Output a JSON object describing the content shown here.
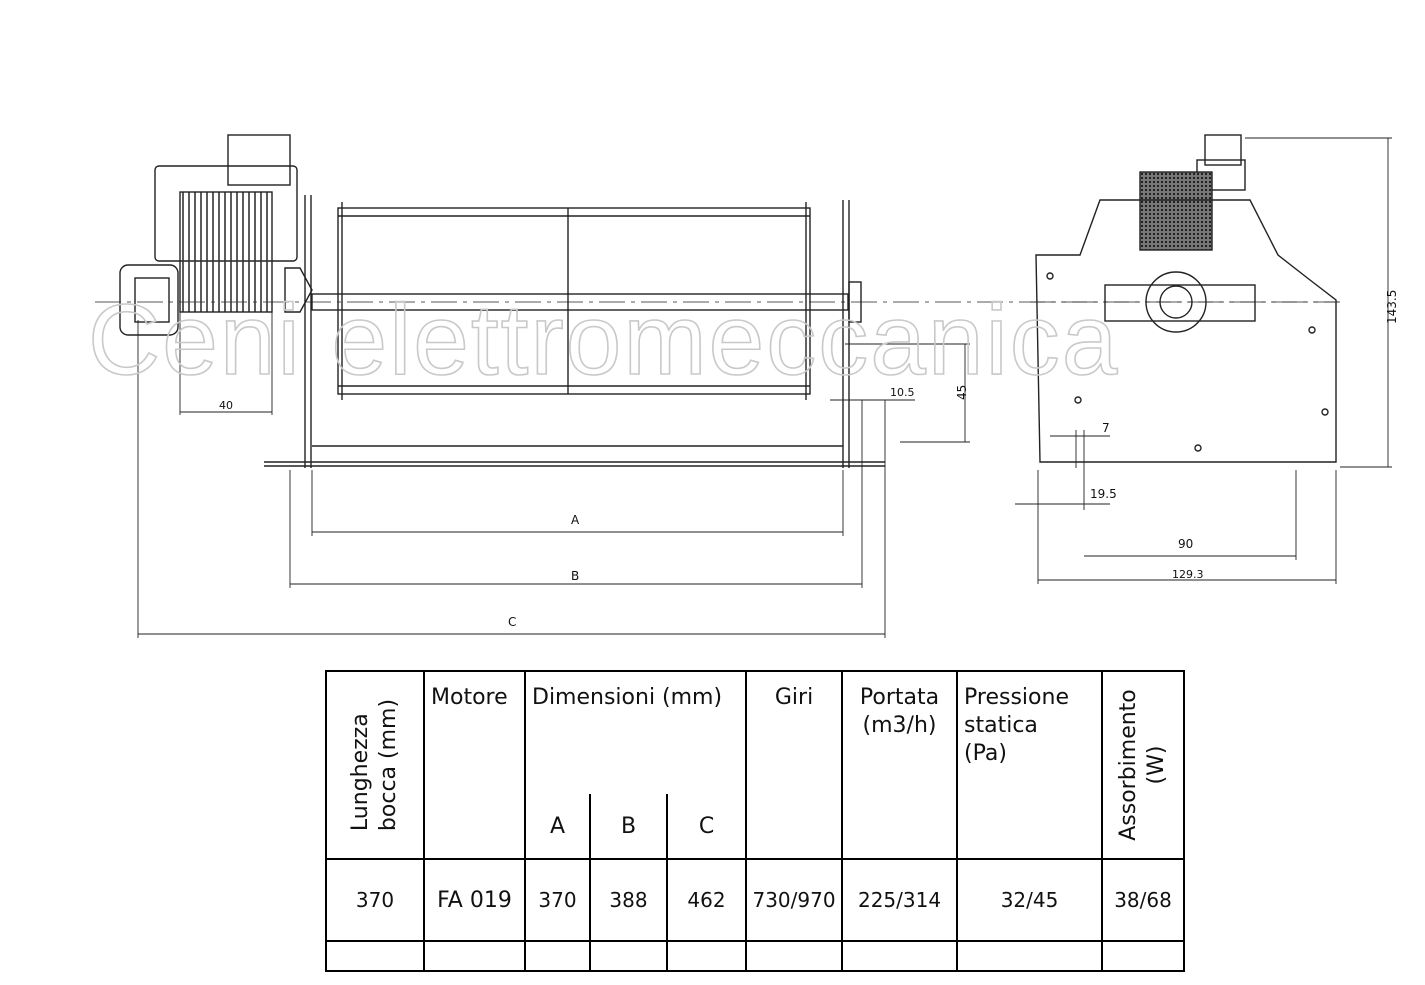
{
  "watermark": "Ceni elettromeccanica",
  "dimensions": {
    "d40": "40",
    "d10_5": "10.5",
    "d45": "45",
    "dA": "A",
    "dB": "B",
    "dC": "C",
    "d143_5": "143.5",
    "d7": "7",
    "d19_5": "19.5",
    "d90": "90",
    "d129_3": "129.3"
  },
  "table": {
    "headers": {
      "lunghezza_line1": "Lunghezza",
      "lunghezza_line2": "bocca  (mm)",
      "motore": "Motore",
      "dimensioni": "Dimensioni  (mm)",
      "sub_a": "A",
      "sub_b": "B",
      "sub_c": "C",
      "giri": "Giri",
      "portata_line1": "Portata",
      "portata_line2": "(m3/h)",
      "pressione_line1": "Pressione",
      "pressione_line2": "statica",
      "pressione_line3": "(Pa)",
      "assorbimento_line1": "Assorbimento",
      "assorbimento_line2": "(W)"
    },
    "row": {
      "lunghezza": "370",
      "motore": "FA 019",
      "a": "370",
      "b": "388",
      "c": "462",
      "giri": "730/970",
      "portata": "225/314",
      "pressione": "32/45",
      "assorbimento": "38/68"
    }
  }
}
